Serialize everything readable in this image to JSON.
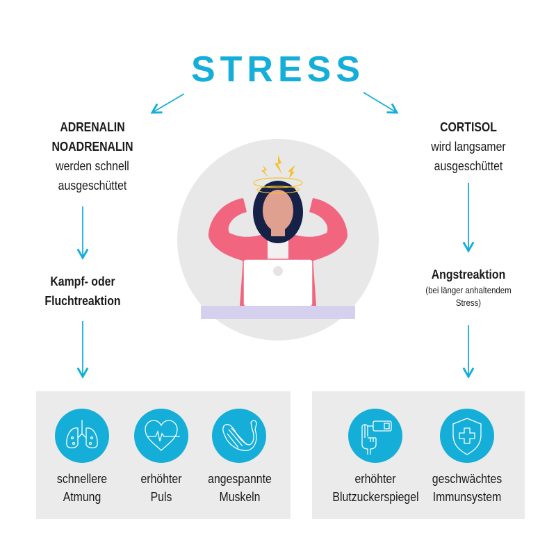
{
  "title": "STRESS",
  "left": {
    "hormones": [
      "ADRENALIN",
      "NOADRENALIN"
    ],
    "release": [
      "werden schnell",
      "ausgeschüttet"
    ],
    "reaction": [
      "Kampf- oder",
      "Fluchtreaktion"
    ],
    "effects": [
      {
        "icon": "lungs-icon",
        "lines": [
          "schnellere",
          "Atmung"
        ]
      },
      {
        "icon": "heart-pulse-icon",
        "lines": [
          "erhöhter",
          "Puls"
        ]
      },
      {
        "icon": "muscle-arm-icon",
        "lines": [
          "angespannte",
          "Muskeln"
        ]
      }
    ]
  },
  "right": {
    "hormones": [
      "CORTISOL"
    ],
    "release": [
      "wird langsamer",
      "ausgeschüttet"
    ],
    "reaction": "Angstreaktion",
    "reaction_note": [
      "(bei länger anhaltendem",
      "Stress)"
    ],
    "effects": [
      {
        "icon": "blood-glucose-meter-icon",
        "lines": [
          "erhöhter",
          "Blutzuckerspiegel"
        ]
      },
      {
        "icon": "shield-cross-icon",
        "lines": [
          "geschwächtes",
          "Immunsystem"
        ]
      }
    ]
  },
  "colors": {
    "accent": "#14aed9",
    "panel": "#ebebeb",
    "jacket": "#f2657f",
    "desk": "#d4d0ee"
  }
}
